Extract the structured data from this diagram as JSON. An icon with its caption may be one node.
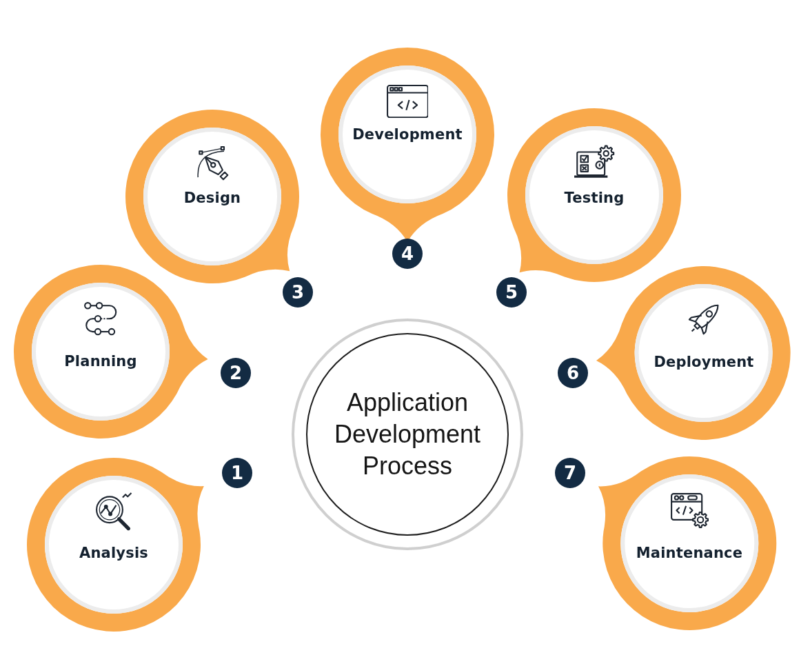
{
  "diagram": {
    "nodes": [
      {
        "text": [
          "Application Development Process"
        ]
      },
      {
        "text": [
          "Analysis"
        ],
        "beside": [
          "1"
        ]
      },
      {
        "text": [
          "Planning"
        ],
        "beside": [
          "2"
        ]
      },
      {
        "text": [
          "Design"
        ],
        "beside": [
          "3"
        ]
      },
      {
        "text": [
          "Development"
        ],
        "beside": [
          "4"
        ]
      },
      {
        "text": [
          "Testing"
        ],
        "beside": [
          "5"
        ]
      },
      {
        "text": [
          "Deployment"
        ],
        "beside": [
          "6"
        ]
      },
      {
        "text": [
          "Maintenance"
        ],
        "beside": [
          "7"
        ]
      }
    ]
  }
}
